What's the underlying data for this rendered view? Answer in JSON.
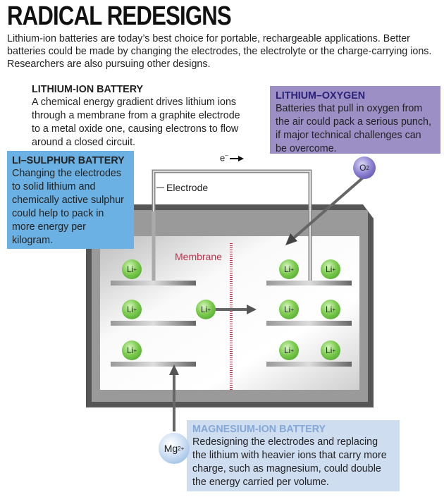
{
  "title": "RADICAL REDESIGNS",
  "intro": "Lithium-ion batteries are today’s best choice for portable, rechargeable applications. Better batteries could be made by changing the electrodes, the electrolyte or the charge-carrying ions. Researchers are also pursuing other designs.",
  "lithium_ion": {
    "title": "LITHIUM-ION BATTERY",
    "body": "A chemical energy gradient drives lithium ions through a membrane from a graphite electrode to a metal oxide one, causing electrons to flow around a closed circuit."
  },
  "lithium_oxygen": {
    "title": "LITHIUM–OXYGEN",
    "body": "Batteries that pull in oxygen from the air could pack a serious punch, if major technical challenges can be overcome."
  },
  "li_sulphur": {
    "title": "LI–SULPHUR BATTERY",
    "body": "Changing the electrodes to solid lithium and chemically active sulphur could help to pack in more energy per kilogram."
  },
  "magnesium": {
    "title": "MAGNESIUM-ION BATTERY",
    "body": "Redesigning the electrodes and replacing the lithium with heavier ions that carry more charge, such as magnesium, could double the energy carried per volume."
  },
  "labels": {
    "electron": "e",
    "electron_sup": "–",
    "electrode": "Electrode",
    "membrane": "Membrane",
    "li": "Li",
    "li_sup": "+",
    "mg": "Mg",
    "mg_sup": "2+",
    "o": "O",
    "o_sub": "2"
  },
  "colors": {
    "membrane": "#c0304a",
    "li_sulphur": "#6cb1e3",
    "li_oxygen": "#9b8fc6",
    "magnesium": "#cfddf1"
  }
}
